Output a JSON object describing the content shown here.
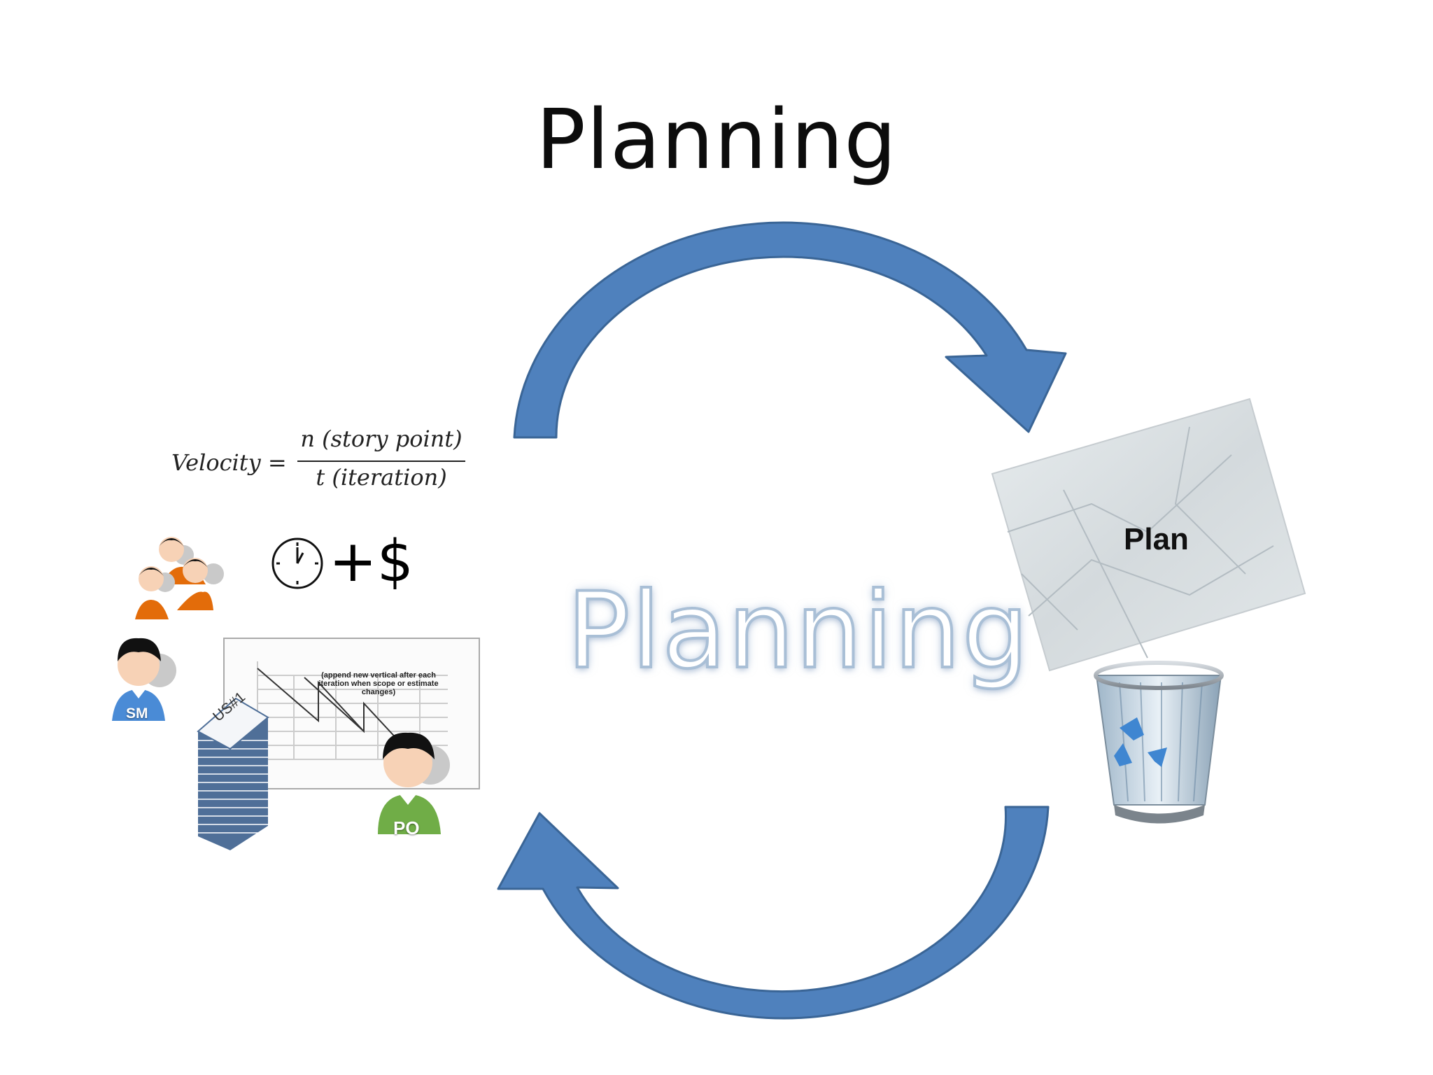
{
  "slide": {
    "title": "Planning",
    "center_word": "Planning"
  },
  "formula": {
    "lhs": "Velocity =",
    "numerator": "n (story point)",
    "denominator": "t (iteration)"
  },
  "cost": {
    "text": "+$"
  },
  "plan": {
    "label": "Plan"
  },
  "roles": {
    "scrum_master": "SM",
    "product_owner": "PO"
  },
  "stack": {
    "label": "US#1"
  },
  "burndown": {
    "note": "(append new vertical after each iteration when scope or estimate changes)"
  },
  "colors": {
    "arrow_fill": "#4f81bd",
    "arrow_stroke": "#3a6596",
    "team_orange": "#e36c0a",
    "sm_blue": "#4a8bd6",
    "po_green": "#70ad47"
  },
  "icons": [
    "cycle-arrow-top",
    "cycle-arrow-bottom",
    "clock-icon",
    "team-icon",
    "scrum-master-icon",
    "product-owner-icon",
    "story-stack-icon",
    "burndown-chart-icon",
    "crumpled-paper-icon",
    "recycle-bin-icon"
  ]
}
